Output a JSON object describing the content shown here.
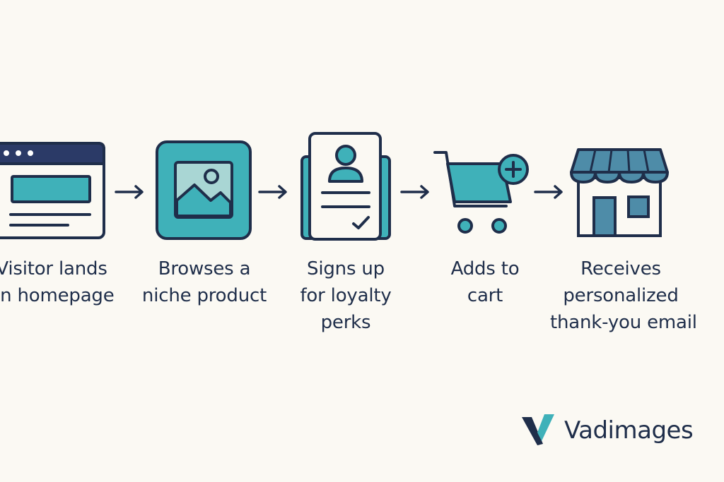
{
  "steps": [
    {
      "icon": "browser-window-icon",
      "line1": "Visitor lands",
      "line2": "on homepage",
      "line3": ""
    },
    {
      "icon": "image-icon",
      "line1": "Browses a",
      "line2": "niche product",
      "line3": ""
    },
    {
      "icon": "signup-form-icon",
      "line1": "Signs up",
      "line2": "for loyalty",
      "line3": "perks"
    },
    {
      "icon": "add-to-cart-icon",
      "line1": "Adds to",
      "line2": "cart",
      "line3": ""
    },
    {
      "icon": "storefront-icon",
      "line1": "Receives",
      "line2": "personalized",
      "line3": "thank-you email"
    }
  ],
  "brand": {
    "name": "Vadimages"
  },
  "colors": {
    "navy": "#1F2E4A",
    "teal": "#3FB1B9",
    "teal_light": "#A9D6D4",
    "steel": "#4E8CA8",
    "background": "#FBF9F3"
  }
}
